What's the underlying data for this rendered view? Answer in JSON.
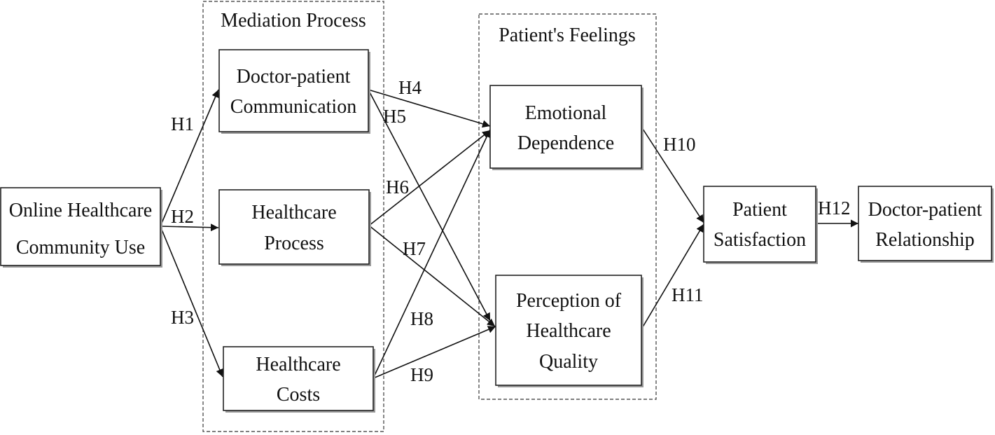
{
  "groups": {
    "mediation": "Mediation Process",
    "feelings": "Patient's Feelings"
  },
  "nodes": {
    "ohc_use": [
      "Online Healthcare",
      "Community Use"
    ],
    "communication": [
      "Doctor-patient",
      "Communication"
    ],
    "process": [
      "Healthcare",
      "Process"
    ],
    "costs": [
      "Healthcare",
      "Costs"
    ],
    "emotional": [
      "Emotional",
      "Dependence"
    ],
    "quality": [
      "Perception of",
      "Healthcare",
      "Quality"
    ],
    "satisfaction": [
      "Patient",
      "Satisfaction"
    ],
    "relationship": [
      "Doctor-patient",
      "Relationship"
    ]
  },
  "hypotheses": {
    "h1": "H1",
    "h2": "H2",
    "h3": "H3",
    "h4": "H4",
    "h5": "H5",
    "h6": "H6",
    "h7": "H7",
    "h8": "H8",
    "h9": "H9",
    "h10": "H10",
    "h11": "H11",
    "h12": "H12"
  },
  "colors": {
    "line": "#111111",
    "shadow": "#9a9a9a",
    "dash": "#555555"
  }
}
